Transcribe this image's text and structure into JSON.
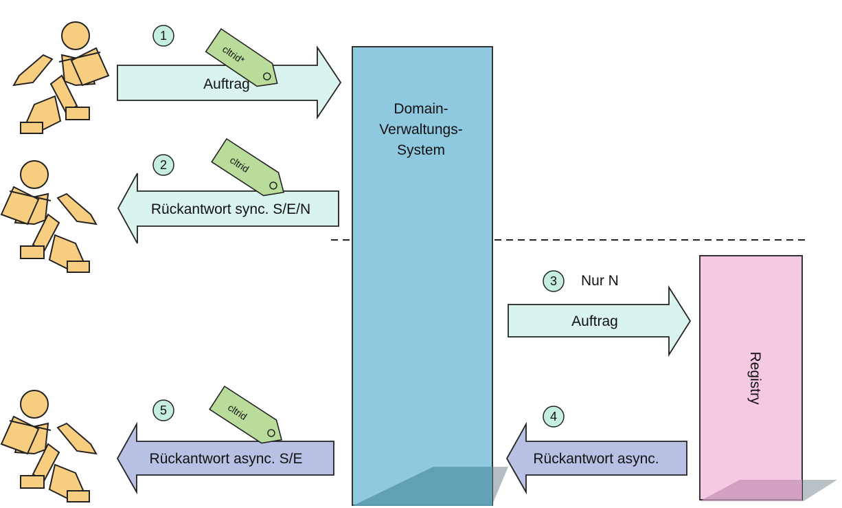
{
  "steps": [
    {
      "number": "1",
      "arrow_label": "Auftrag",
      "tag_label": "cltrid*"
    },
    {
      "number": "2",
      "arrow_label": "Rückantwort sync. S/E/N",
      "tag_label": "cltrid"
    },
    {
      "number": "3",
      "note": "Nur N",
      "arrow_label": "Auftrag"
    },
    {
      "number": "4",
      "arrow_label": "Rückantwort async."
    },
    {
      "number": "5",
      "arrow_label": "Rückantwort async. S/E",
      "tag_label": "cltrid"
    }
  ],
  "domain_system": {
    "lines": [
      "Domain-",
      "Verwaltungs-",
      "System"
    ]
  },
  "registry": {
    "label": "Registry"
  },
  "colors": {
    "domain_fill": "#8ec9df",
    "domain_shadow": "#5f9eb2",
    "registry_fill": "#f6c9e2",
    "registry_shadow": "#c996b8",
    "arrow_request": "#d9f3ee",
    "arrow_response_async": "#b8c1e4",
    "tag_fill": "#b9dc9b",
    "step_circle": "#c6eedf",
    "person_fill": "#f7cd80",
    "outline": "#222222",
    "shadow": "#a7a7a7"
  }
}
